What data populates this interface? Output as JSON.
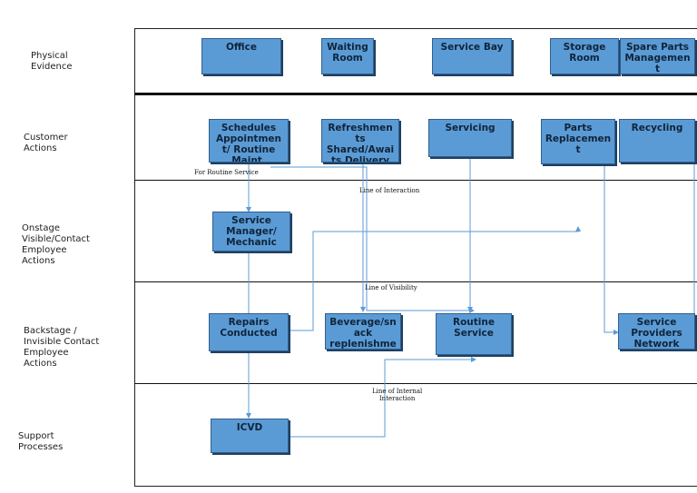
{
  "lanes": {
    "physical": [
      "Physical",
      "Evidence"
    ],
    "customer": [
      "Customer",
      "Actions"
    ],
    "onstage": [
      "Onstage",
      "Visible/Contact",
      "Employee",
      "Actions"
    ],
    "backstage": [
      "Backstage /",
      "Invisible Contact",
      "Employee",
      "Actions"
    ],
    "support": [
      "Support",
      "Processes"
    ]
  },
  "boxes": {
    "office": [
      "Office"
    ],
    "waiting_room": [
      "Waiting",
      "Room"
    ],
    "service_bay": [
      "Service Bay"
    ],
    "storage_room": [
      "Storage",
      "Room"
    ],
    "spare_parts": [
      "Spare Parts",
      "Managemen",
      "t"
    ],
    "schedules": [
      "Schedules",
      "Appointmen",
      "t/ Routine",
      "Maint."
    ],
    "refreshments": [
      "Refreshmen",
      "ts",
      "Shared/Awai",
      "ts Delivery"
    ],
    "servicing": [
      "Servicing"
    ],
    "parts_replacement": [
      "Parts",
      "Replacemen",
      "t"
    ],
    "recycling": [
      "Recycling"
    ],
    "service_manager": [
      "Service",
      "Manager/",
      "Mechanic"
    ],
    "repairs": [
      "Repairs",
      "Conducted"
    ],
    "beverage": [
      "Beverage/sn",
      "ack",
      "replenishme"
    ],
    "routine_service": [
      "Routine",
      "Service"
    ],
    "service_providers": [
      "Service",
      "Providers",
      "Network"
    ],
    "icvd": [
      "ICVD"
    ]
  },
  "notes": {
    "routine": "For Routine Service",
    "interaction": "Line of Interaction",
    "visibility": "Line of Visibility",
    "internal": [
      "Line of Internal",
      "Interaction"
    ]
  },
  "colors": {
    "box_fill": "#5b9bd5",
    "box_border": "#2f5f8f",
    "connector": "#5b9bd5",
    "divider": "#111111"
  }
}
